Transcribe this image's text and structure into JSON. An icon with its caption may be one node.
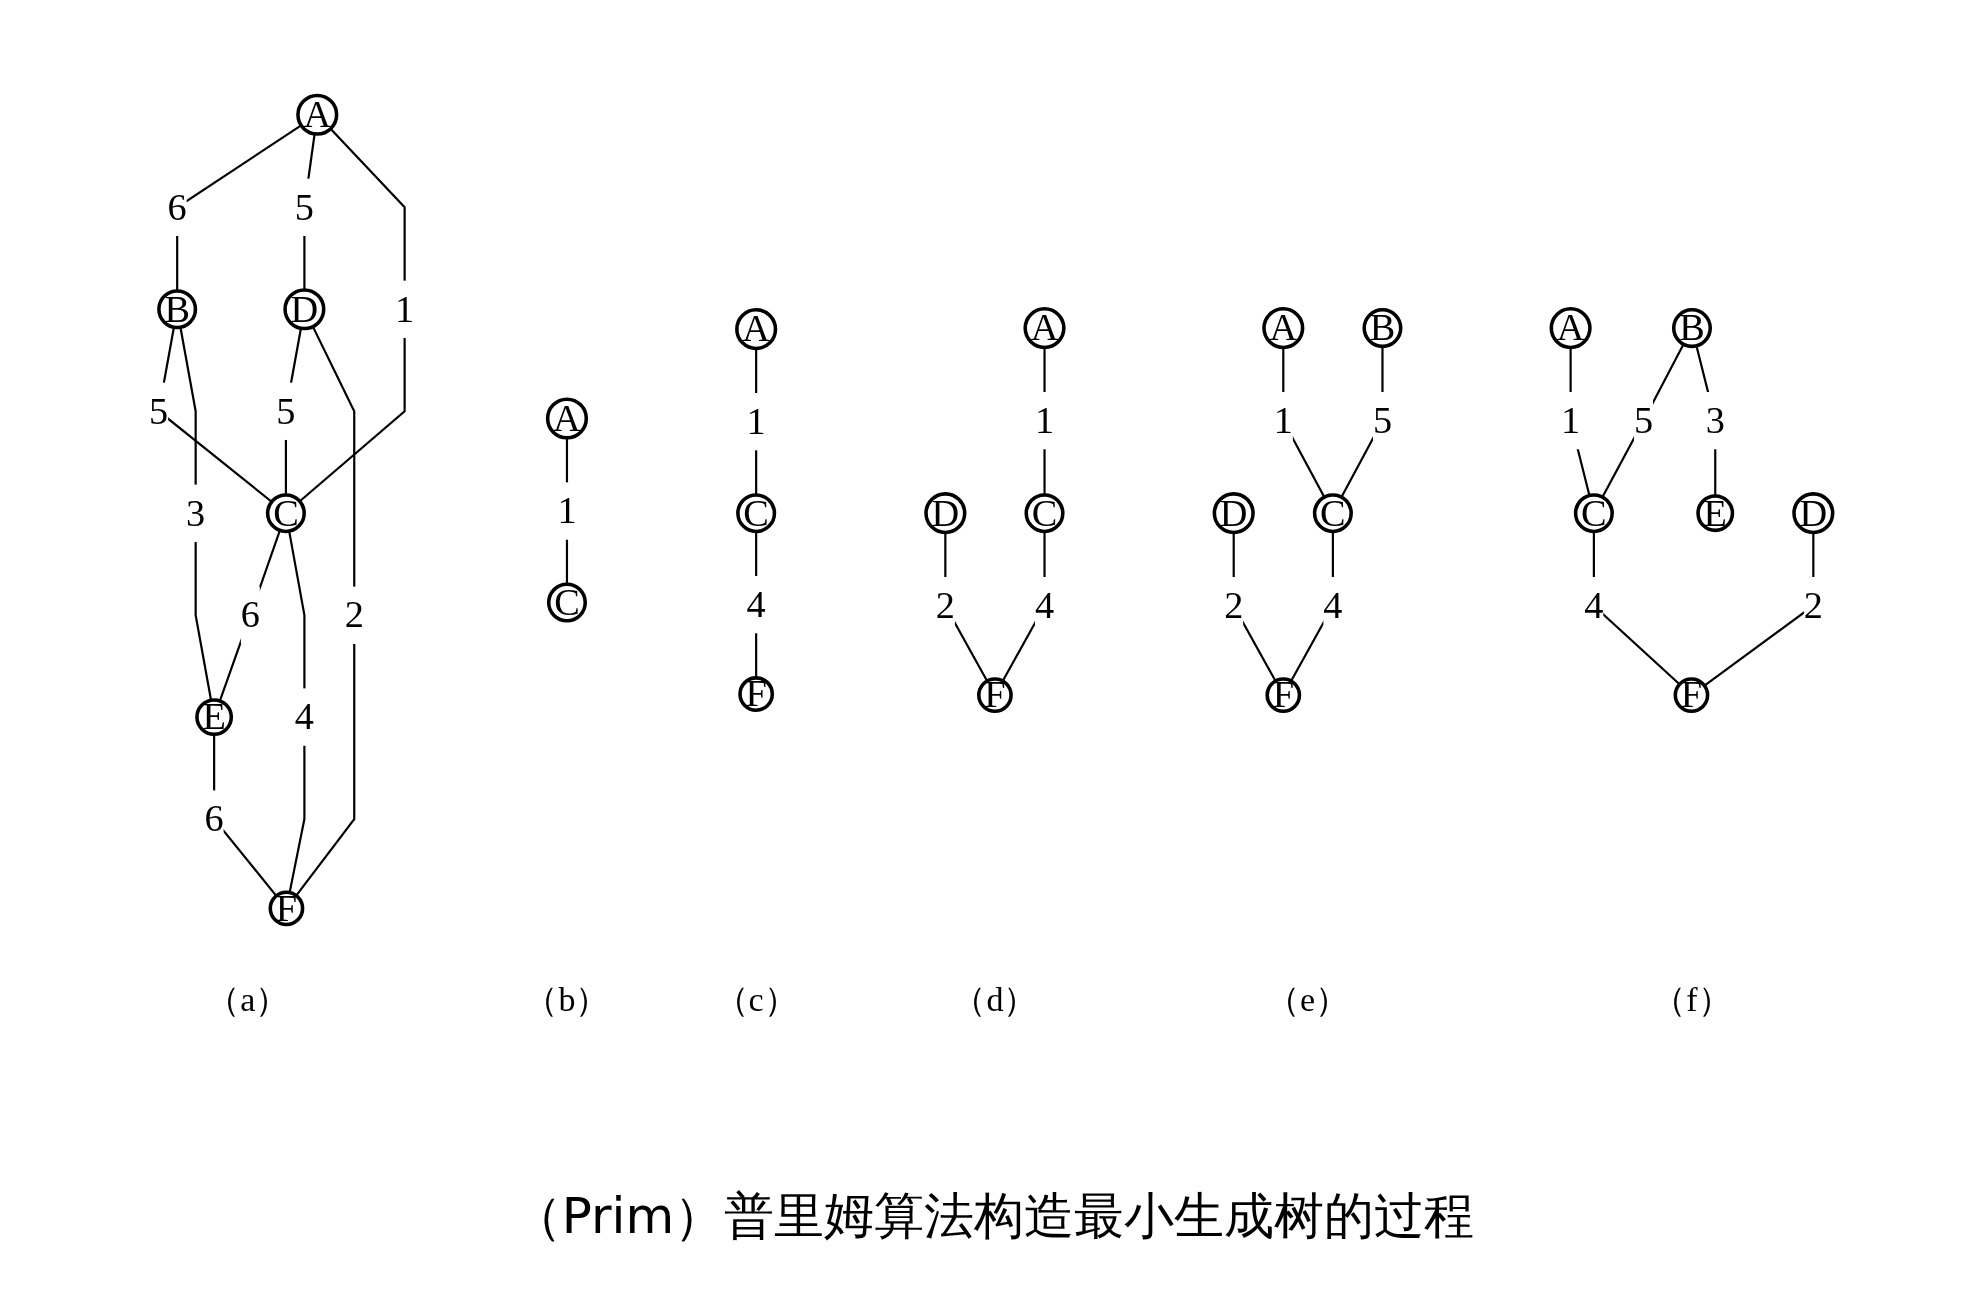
{
  "diagram": {
    "caption": "（Prim）普里姆算法构造最小生成树的过程",
    "nodes": [
      {
        "text": [
          "A"
        ]
      },
      {
        "text": [
          "B"
        ]
      },
      {
        "text": [
          "D"
        ]
      },
      {
        "text": [
          "C"
        ]
      },
      {
        "text": [
          "E"
        ]
      },
      {
        "text": [
          "F"
        ]
      },
      {
        "text": [
          "A"
        ]
      },
      {
        "text": [
          "C"
        ]
      },
      {
        "text": [
          "A"
        ]
      },
      {
        "text": [
          "C"
        ]
      },
      {
        "text": [
          "F"
        ]
      },
      {
        "text": [
          "A"
        ]
      },
      {
        "text": [
          "D"
        ]
      },
      {
        "text": [
          "C"
        ]
      },
      {
        "text": [
          "F"
        ]
      },
      {
        "text": [
          "A"
        ]
      },
      {
        "text": [
          "B"
        ]
      },
      {
        "text": [
          "D"
        ]
      },
      {
        "text": [
          "C"
        ]
      },
      {
        "text": [
          "F"
        ]
      },
      {
        "text": [
          "A"
        ]
      },
      {
        "text": [
          "B"
        ]
      },
      {
        "text": [
          "D"
        ]
      },
      {
        "text": [
          "C"
        ]
      },
      {
        "text": [
          "E"
        ]
      },
      {
        "text": [
          "F"
        ]
      }
    ],
    "edges": [
      {
        "from": 0,
        "to": 1,
        "arrow": "none",
        "label": "6"
      },
      {
        "from": 0,
        "to": 2,
        "arrow": "none",
        "label": "5"
      },
      {
        "from": 0,
        "to": 3,
        "arrow": "none",
        "label": "1"
      },
      {
        "from": 1,
        "to": 3,
        "arrow": "none",
        "label": "5"
      },
      {
        "from": 2,
        "to": 3,
        "arrow": "none",
        "label": "5"
      },
      {
        "from": 1,
        "to": 4,
        "arrow": "none",
        "label": "3"
      },
      {
        "from": 2,
        "to": 5,
        "arrow": "none",
        "label": "2"
      },
      {
        "from": 3,
        "to": 4,
        "arrow": "none",
        "label": "6"
      },
      {
        "from": 3,
        "to": 5,
        "arrow": "none",
        "label": "4"
      },
      {
        "from": 4,
        "to": 5,
        "arrow": "none",
        "label": "6"
      },
      {
        "from": 6,
        "to": 7,
        "arrow": "none",
        "label": "1"
      },
      {
        "from": 8,
        "to": 9,
        "arrow": "none",
        "label": "1"
      },
      {
        "from": 9,
        "to": 10,
        "arrow": "none",
        "label": "4"
      },
      {
        "from": 11,
        "to": 13,
        "arrow": "none",
        "label": "1"
      },
      {
        "from": 12,
        "to": 14,
        "arrow": "none",
        "label": "2"
      },
      {
        "from": 13,
        "to": 14,
        "arrow": "none",
        "label": "4"
      },
      {
        "from": 15,
        "to": 18,
        "arrow": "none",
        "label": "1"
      },
      {
        "from": 16,
        "to": 18,
        "arrow": "none",
        "label": "5"
      },
      {
        "from": 17,
        "to": 19,
        "arrow": "none",
        "label": "2"
      },
      {
        "from": 18,
        "to": 19,
        "arrow": "none",
        "label": "4"
      },
      {
        "from": 20,
        "to": 23,
        "arrow": "none",
        "label": "1"
      },
      {
        "from": 21,
        "to": 23,
        "arrow": "none",
        "label": "5"
      },
      {
        "from": 21,
        "to": 24,
        "arrow": "none",
        "label": "3"
      },
      {
        "from": 22,
        "to": 25,
        "arrow": "none",
        "label": "2"
      },
      {
        "from": 23,
        "to": 25,
        "arrow": "none",
        "label": "4"
      }
    ],
    "labels": [
      "（a）",
      "（b）",
      "（c）",
      "（d）",
      "（e）",
      "（f）"
    ]
  }
}
